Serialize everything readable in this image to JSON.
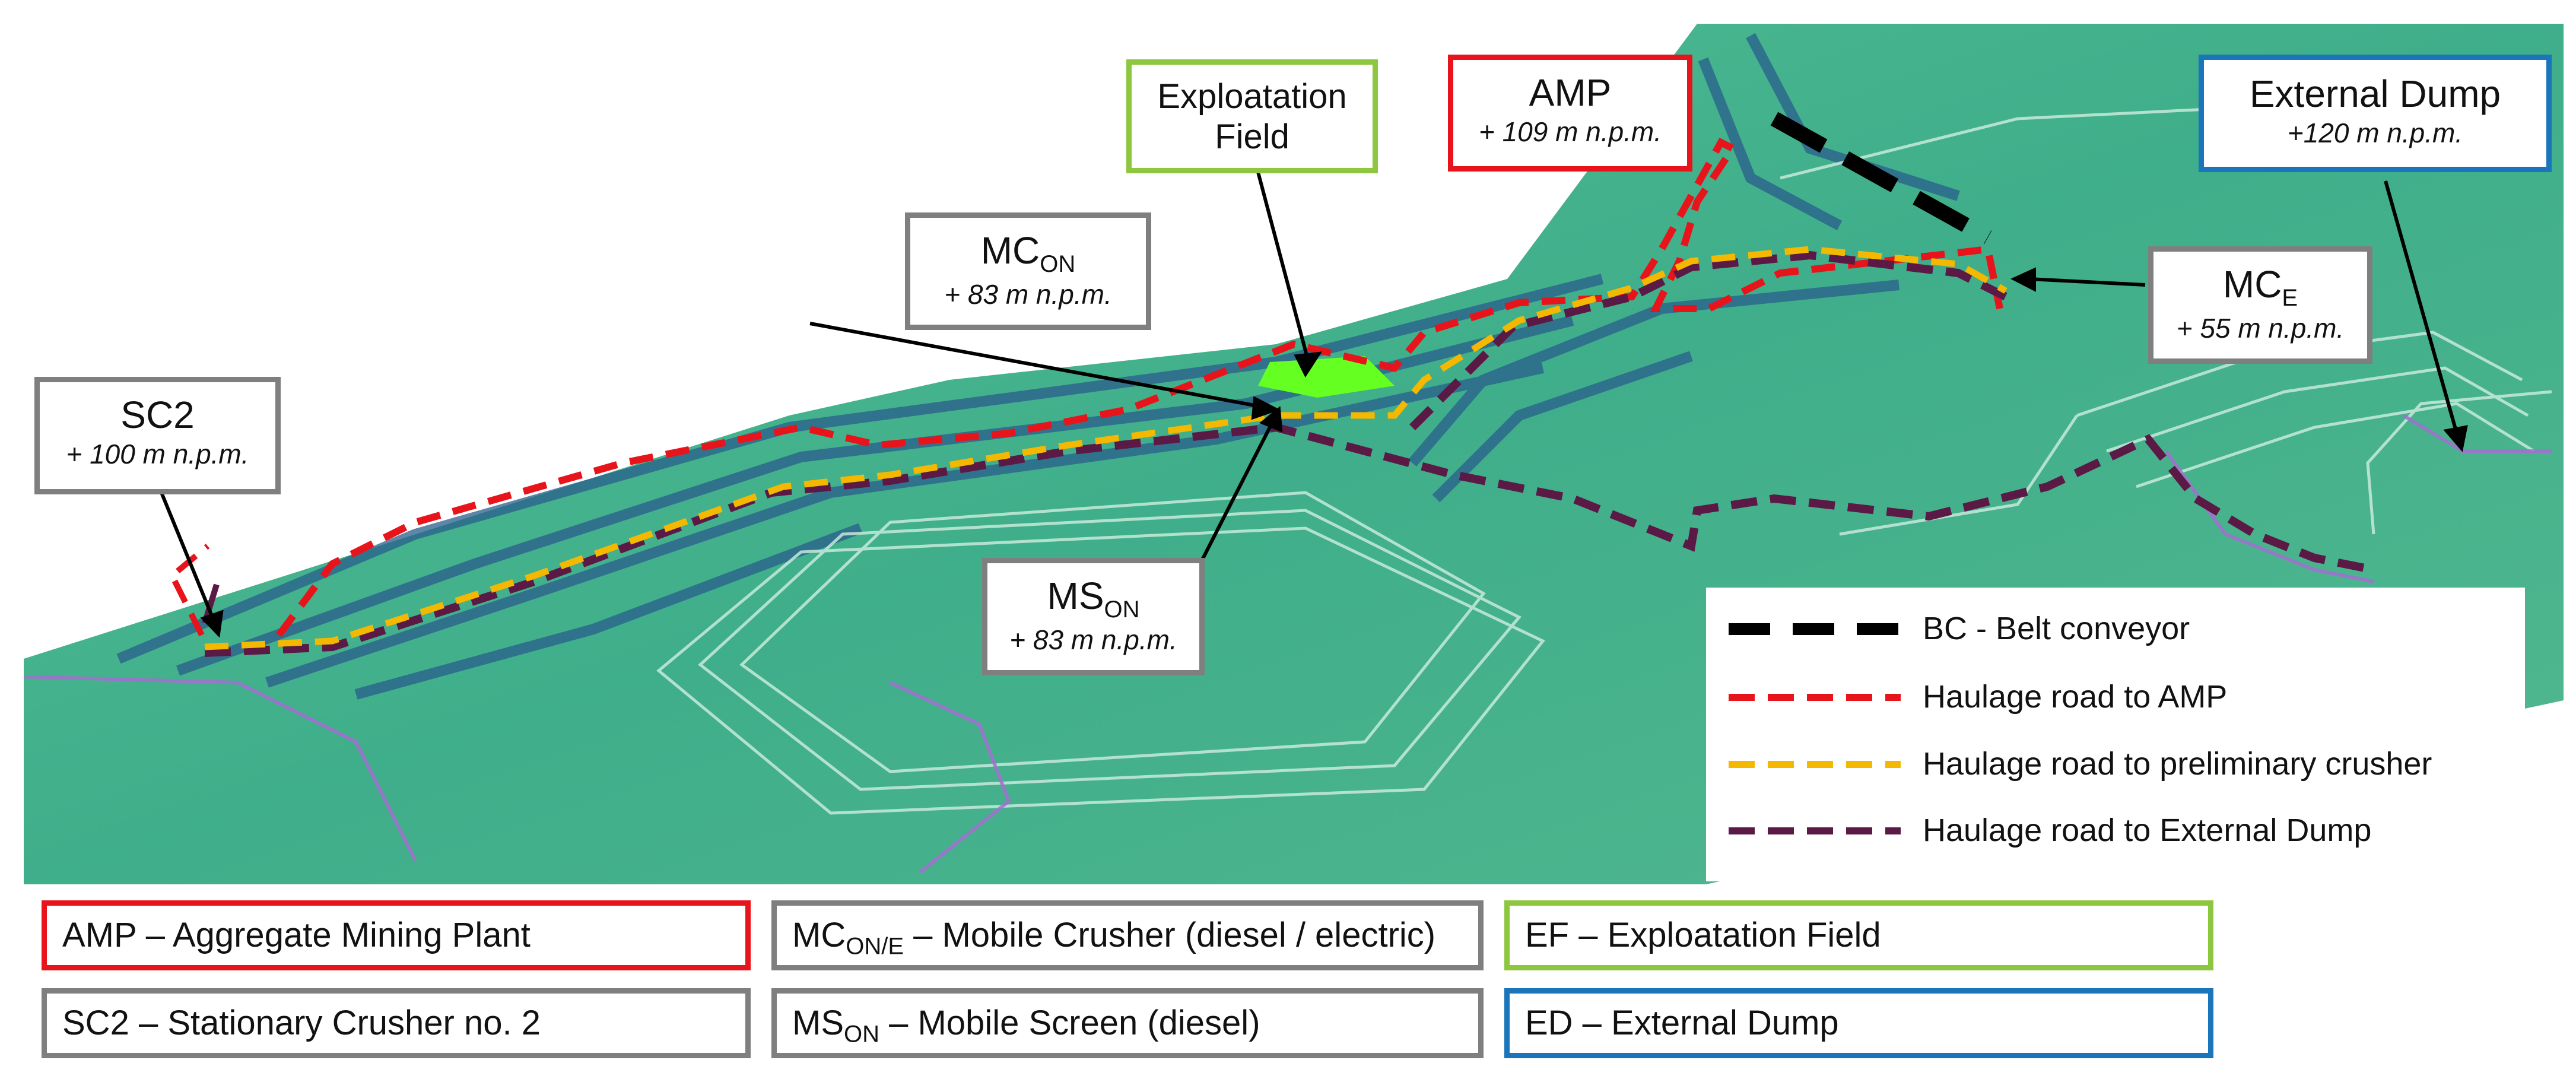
{
  "callouts": {
    "exploatation_field": {
      "line1": "Exploatation",
      "line2": "Field",
      "color": "#8dc63f"
    },
    "amp": {
      "title": "AMP",
      "elevation": "+ 109 m n.p.m.",
      "color": "#e8141c"
    },
    "external_dump": {
      "title": "External Dump",
      "elevation": "+120 m n.p.m.",
      "color": "#1a75bb"
    },
    "mc_on": {
      "title": "MC",
      "title_sub": "ON",
      "elevation": "+ 83 m n.p.m.",
      "color": "#7f7f7f"
    },
    "mc_e": {
      "title": "MC",
      "title_sub": "E",
      "elevation": "+ 55 m n.p.m.",
      "color": "#7f7f7f"
    },
    "sc2": {
      "title": "SC2",
      "elevation": "+ 100 m n.p.m.",
      "color": "#7f7f7f"
    },
    "ms_on": {
      "title": "MS",
      "title_sub": "ON",
      "elevation": "+ 83 m n.p.m.",
      "color": "#7f7f7f"
    }
  },
  "legend": [
    {
      "label": "BC - Belt conveyor",
      "color": "#000000"
    },
    {
      "label": "Haulage road to AMP",
      "color": "#e8141c"
    },
    {
      "label": "Haulage road to preliminary crusher",
      "color": "#f5b800"
    },
    {
      "label": "Haulage road to External Dump",
      "color": "#5b1a45"
    }
  ],
  "key_boxes": {
    "amp": {
      "text": "AMP – Aggregate Mining Plant",
      "color": "#e8141c"
    },
    "mc": {
      "prefix": "MC",
      "sub": "ON/E",
      "text": " – Mobile Crusher (diesel / electric)",
      "color": "#7f7f7f"
    },
    "ef": {
      "text": "EF – Exploatation Field",
      "color": "#8dc63f"
    },
    "sc2": {
      "text": "SC2 – Stationary Crusher no. 2",
      "color": "#7f7f7f"
    },
    "ms": {
      "prefix": "MS",
      "sub": "ON",
      "text": " – Mobile Screen (diesel)",
      "color": "#7f7f7f"
    },
    "ed": {
      "text": "ED – External Dump",
      "color": "#1a75bb"
    }
  },
  "map_colors": {
    "terrain": "#4fba90",
    "terrain_dark": "#2f8f78",
    "bench_shadow": "#2a5e8c",
    "exploitation_field": "#66ff22"
  }
}
